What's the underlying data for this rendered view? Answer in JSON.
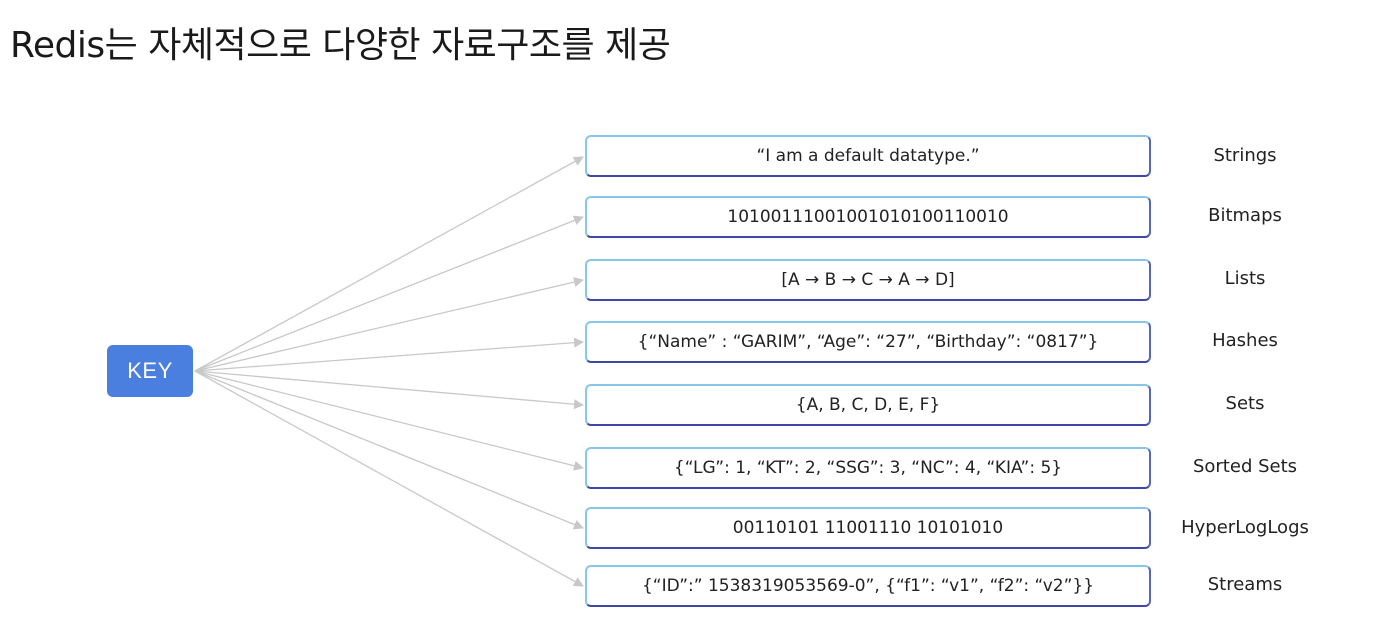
{
  "title": "Redis는 자체적으로 다양한 자료구조를 제공",
  "key_label": "KEY",
  "rows": [
    {
      "value": "“I am a default datatype.”",
      "type": "Strings"
    },
    {
      "value": "10100111001001010100110010",
      "type": "Bitmaps"
    },
    {
      "value": "[A → B → C → A → D]",
      "type": "Lists"
    },
    {
      "value": "{“Name” : “GARIM”, “Age”: “27”, “Birthday”: “0817”}",
      "type": "Hashes"
    },
    {
      "value": "{A, B, C, D, E, F}",
      "type": "Sets"
    },
    {
      "value": "{“LG”: 1, “KT”: 2, “SSG”: 3, “NC”: 4, “KIA”: 5}",
      "type": "Sorted Sets"
    },
    {
      "value": "00110101 11001110 10101010",
      "type": "HyperLogLogs"
    },
    {
      "value": "{“ID”:” 1538319053569-0”, {“f1”: “v1”, “f2”: “v2”}}",
      "type": "Streams"
    }
  ],
  "colors": {
    "key_fill": "#4a7fdf",
    "arrow": "#c8c8c8",
    "box_border_light": "#86c6ea",
    "box_border_dark": "#3f48a6"
  }
}
